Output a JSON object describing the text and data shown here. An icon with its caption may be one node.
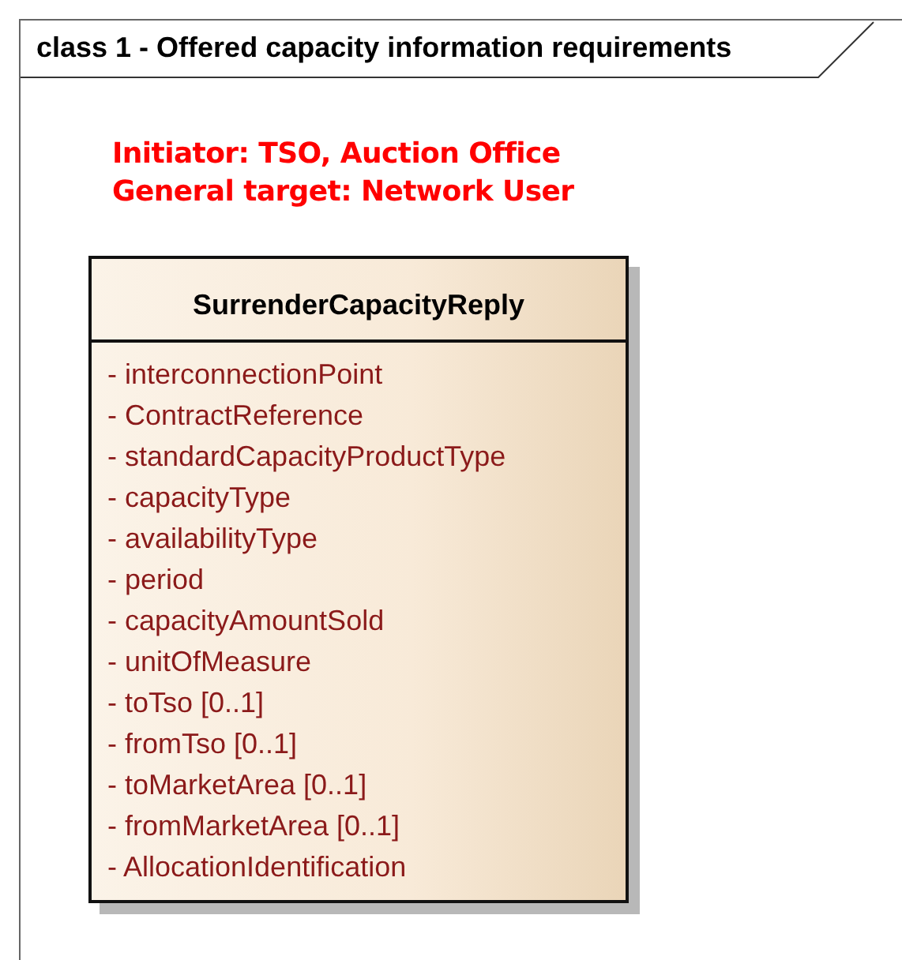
{
  "diagram": {
    "nodes": [
      {
        "text": [
          "class 1 - Offered capacity information requirements"
        ]
      },
      {
        "text": [
          "SurrenderCapacityReply",
          "- interconnectionPoint",
          "- ContractReference",
          "- standardCapacityProductType",
          "- capacityType",
          "- availabilityType",
          "- period",
          "- capacityAmountSold",
          "- unitOfMeasure",
          "- toTso [0..1]",
          "- fromTso [0..1]",
          "- toMarketArea [0..1]",
          "- fromMarketArea [0..1]",
          "- AllocationIdentification"
        ],
        "in": 0
      }
    ],
    "labels": [
      "Initiator: TSO, Auction Office",
      "General target: Network User"
    ]
  }
}
